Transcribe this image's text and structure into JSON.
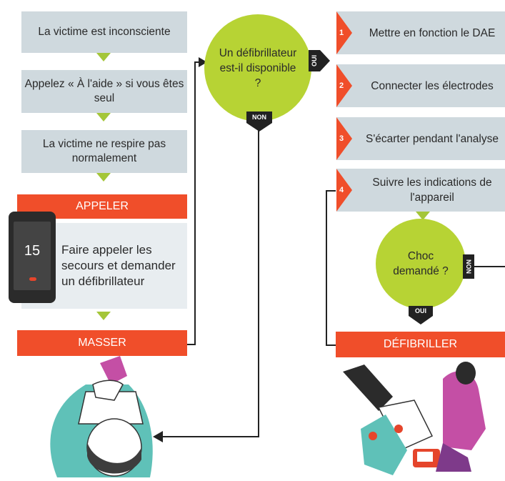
{
  "left_column": {
    "step1": "La victime est inconsciente",
    "step2": "Appelez « À l'aide » si vous êtes seul",
    "step3": "La victime ne respire pas normalement",
    "appeler_label": "APPELER",
    "phone_number": "15",
    "call_text": "Faire appeler les secours et demander un défibrillateur",
    "masser_label": "MASSER"
  },
  "decision1": {
    "question": "Un défibrillateur est-il disponible ?",
    "yes_tag": "OUI",
    "no_tag": "NON"
  },
  "right_column": {
    "steps": [
      {
        "number": "1",
        "text": "Mettre en fonction le DAE"
      },
      {
        "number": "2",
        "text": "Connecter les électrodes"
      },
      {
        "number": "3",
        "text": "S'écarter pendant l'analyse"
      },
      {
        "number": "4",
        "text": "Suivre les indications de l'appareil"
      }
    ],
    "decision2": {
      "question": "Choc demandé ?",
      "no_tag": "NON",
      "yes_tag": "OUI"
    },
    "defibriller_label": "DÉFIBRILLER"
  },
  "colors": {
    "accent_red": "#f04e2a",
    "step_gray": "#cfd9de",
    "decision_green": "#b7d334",
    "arrow_green": "#a4c639",
    "line_dark": "#222222"
  }
}
